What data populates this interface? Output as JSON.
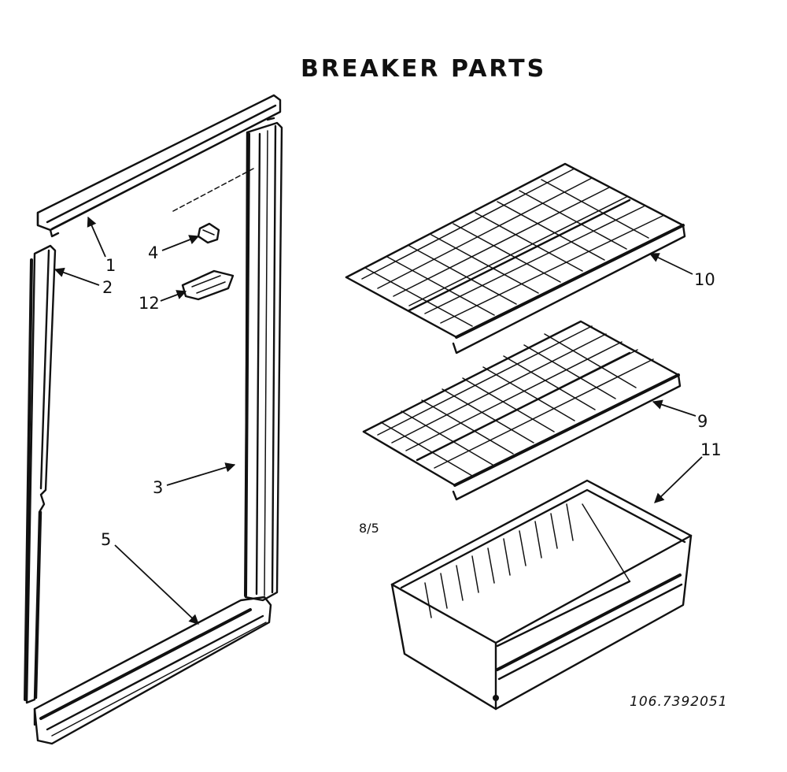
{
  "title": "BREAKER PARTS",
  "part_callouts": {
    "p1": "1",
    "p2": "2",
    "p3": "3",
    "p4": "4",
    "p5": "5",
    "p9": "9",
    "p10": "10",
    "p11": "11",
    "p12": "12"
  },
  "small_note": "8/5",
  "drawing_code": "106.7392051"
}
